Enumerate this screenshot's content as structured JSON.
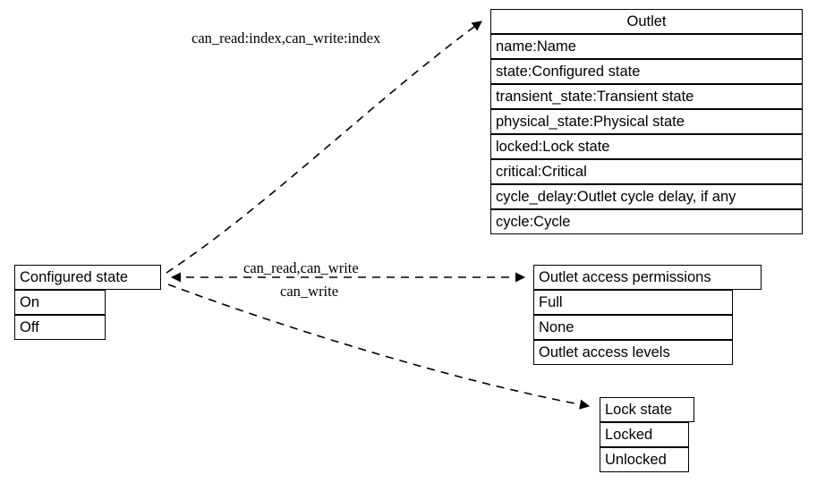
{
  "diagram": {
    "type": "uml-class-diagram",
    "background": "#ffffff",
    "stroke": "#000000"
  },
  "nodes": {
    "outlet": {
      "title": "Outlet",
      "fields": [
        "name:Name",
        "state:Configured state",
        "transient_state:Transient state",
        "physical_state:Physical state",
        "locked:Lock state",
        "critical:Critical",
        "cycle_delay:Outlet cycle delay, if any",
        "cycle:Cycle"
      ]
    },
    "configured_state": {
      "title": "Configured state",
      "fields": [
        "On",
        "Off"
      ]
    },
    "outlet_access_permissions": {
      "title": "Outlet access permissions",
      "fields": [
        "Full",
        "None",
        "Outlet access levels"
      ]
    },
    "lock_state": {
      "title": "Lock state",
      "fields": [
        "Locked",
        "Unlocked"
      ]
    }
  },
  "edges": [
    {
      "id": "edge-configured-to-outlet",
      "label": "can_read:index,can_write:index",
      "from": "configured_state",
      "to": "outlet",
      "style": "dashed",
      "arrowhead": "to"
    },
    {
      "id": "edge-configured-to-permissions",
      "label": "can_read,can_write",
      "from": "configured_state",
      "to": "outlet_access_permissions",
      "style": "dashed",
      "arrowhead": "both"
    },
    {
      "id": "edge-configured-to-lockstate",
      "label": "can_write",
      "from": "configured_state",
      "to": "lock_state",
      "style": "dashed",
      "arrowhead": "to"
    }
  ]
}
